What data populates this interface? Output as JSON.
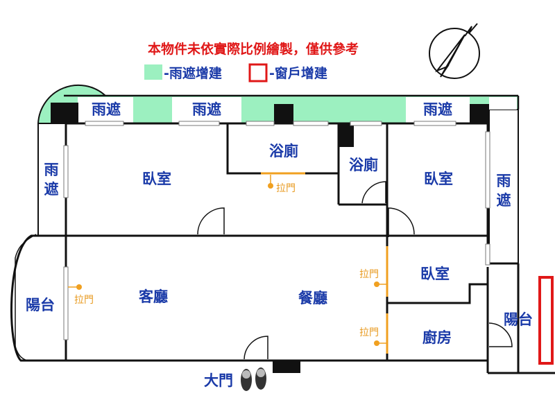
{
  "header": {
    "note": "本物件未依實際比例繪製，僅供參考",
    "legend_awning": "-雨遮增建",
    "legend_window": "-窗戶增建"
  },
  "colors": {
    "awning": "#9cf0c0",
    "window_addition": "#e01818",
    "room_text": "#1a3aa8",
    "sliding_door": "#f0a020",
    "wall": "#111111"
  },
  "rooms": {
    "awning_top_left": "雨遮",
    "awning_top_mid": "雨遮",
    "awning_top_right": "雨遮",
    "awning_left_line1": "雨",
    "awning_left_line2": "遮",
    "awning_right_line1": "雨",
    "awning_right_line2": "遮",
    "bedroom_left": "臥室",
    "bathroom_1": "浴廁",
    "bathroom_2": "浴廁",
    "bedroom_right": "臥室",
    "bedroom_small": "臥室",
    "balcony_left": "陽台",
    "living_room": "客廳",
    "dining_room": "餐廳",
    "kitchen": "廚房",
    "balcony_right": "陽台",
    "main_door": "大門"
  },
  "doors": {
    "sliding_bath": "拉門",
    "sliding_balcony": "拉門",
    "sliding_bedroom": "拉門",
    "sliding_kitchen": "拉門"
  },
  "icons": {
    "compass": "north-arrow-icon",
    "entrance": "slippers-icon"
  }
}
